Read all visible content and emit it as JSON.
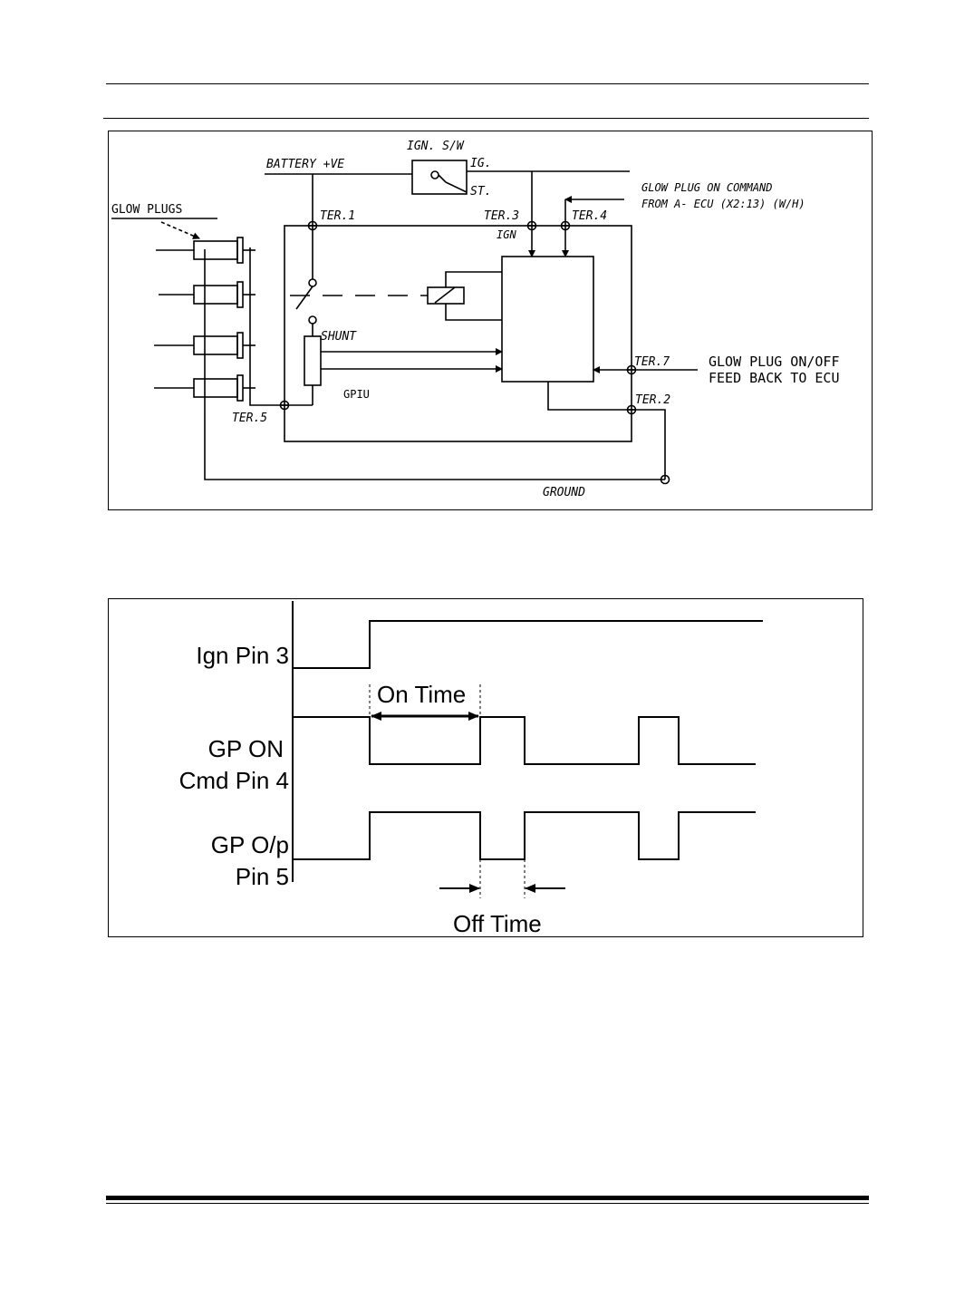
{
  "schematic": {
    "ign_switch": "IGN. S/W",
    "ig": "IG.",
    "st": "ST.",
    "battery": "BATTERY +VE",
    "glow_command_line1": "GLOW PLUG ON COMMAND",
    "glow_command_line2": "FROM A- ECU (X2:13) (W/H)",
    "glow_plugs": "GLOW PLUGS",
    "ter1": "TER.1",
    "ter3": "TER.3",
    "ter4": "TER.4",
    "ign": "IGN",
    "shunt": "SHUNT",
    "ter7": "TER.7",
    "feedback_line1": "GLOW PLUG ON/OFF",
    "feedback_line2": "FEED BACK TO ECU",
    "gpiu": "GPIU",
    "ter2": "TER.2",
    "ter5": "TER.5",
    "ground": "GROUND"
  },
  "timing": {
    "ign_pin3": "Ign Pin 3",
    "gp_on_line1": "GP ON",
    "gp_on_line2": "Cmd Pin 4",
    "gp_op_line1": "GP O/p",
    "gp_op_line2": "Pin 5",
    "on_time": "On Time",
    "off_time": "Off Time"
  }
}
